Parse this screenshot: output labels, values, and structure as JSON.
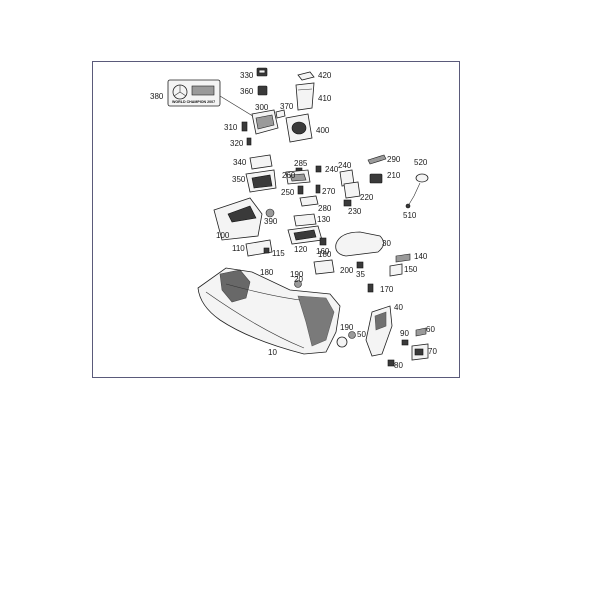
{
  "diagram": {
    "part_numbers": [
      "330",
      "420",
      "360",
      "410",
      "380",
      "300",
      "370",
      "310",
      "400",
      "320",
      "340",
      "285",
      "240",
      "290",
      "520",
      "260",
      "240",
      "210",
      "350",
      "250",
      "270",
      "220",
      "230",
      "390",
      "280",
      "510",
      "130",
      "100",
      "30",
      "120",
      "110",
      "115",
      "160",
      "180",
      "140",
      "200",
      "35",
      "180",
      "190",
      "150",
      "20",
      "170",
      "40",
      "190",
      "50",
      "90",
      "60",
      "10",
      "70",
      "80"
    ],
    "badge_text": "WORLD CHAMPION 2007",
    "colors": {
      "frame": "#5a5a7a",
      "line": "#202020",
      "fill": "#f4f4f4",
      "dark": "#3a3a3a"
    }
  }
}
